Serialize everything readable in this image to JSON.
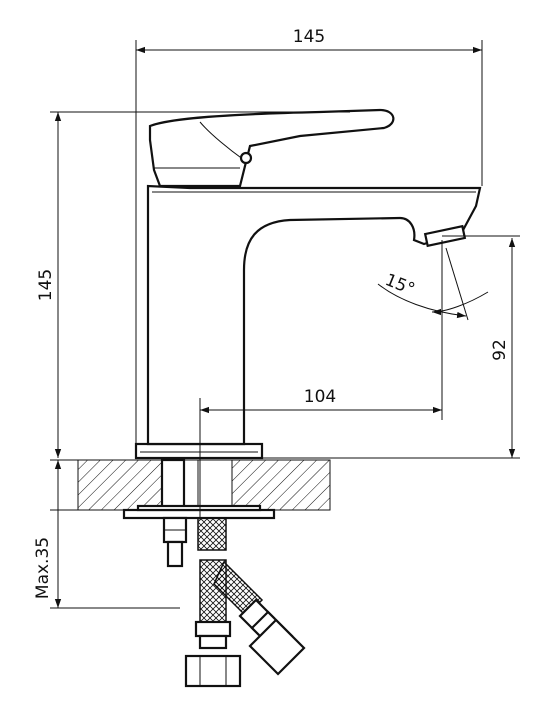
{
  "dimensions": {
    "overall_width": "145",
    "overall_height": "145",
    "spout_reach": "104",
    "spout_height": "92",
    "spout_angle": "15°",
    "max_thickness": "Max.35"
  },
  "colors": {
    "line": "#111111",
    "background": "#ffffff"
  }
}
